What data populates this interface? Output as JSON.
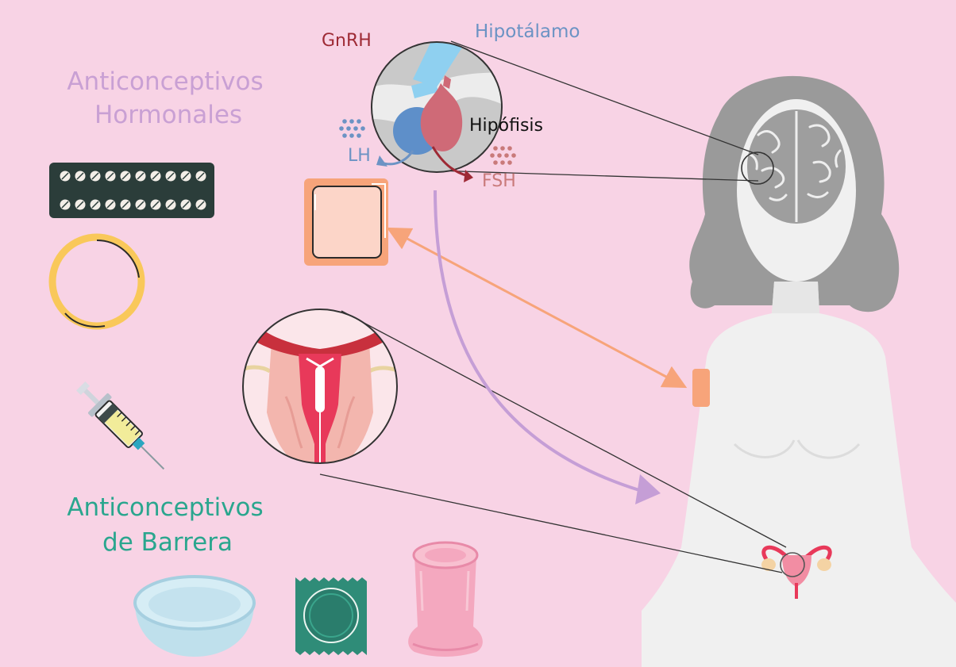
{
  "labels": {
    "hormonal_title_line1": "Anticonceptivos",
    "hormonal_title_line2": "Hormonales",
    "barrier_title_line1": "Anticonceptivos",
    "barrier_title_line2": "de Barrera",
    "gnrh": "GnRH",
    "hypothalamus": "Hipotálamo",
    "pituitary": "Hipófisis",
    "lh": "LH",
    "fsh": "FSH"
  },
  "colors": {
    "background": "#f8d3e5",
    "hormonal_title": "#c9a0d4",
    "barrier_title": "#2aa68e",
    "gnrh": "#9e2a35",
    "hypothalamus": "#6c93c4",
    "pituitary": "#111111",
    "lh": "#6c93c4",
    "fsh": "#c97a7a",
    "patch_arrow": "#f7a47a",
    "vertical_arrow": "#c59ed6",
    "silhouette": "#f0f0f0",
    "hair": "#9a9a9a",
    "uterus": "#e8395a"
  },
  "icons": {
    "pill_pack": "pill-pack-icon",
    "vaginal_ring": "vaginal-ring-icon",
    "syringe": "syringe-icon",
    "patch": "patch-icon",
    "iud": "iud-magnified-icon",
    "diaphragm": "diaphragm-icon",
    "condom_pack": "condom-pack-icon",
    "female_condom": "female-condom-icon",
    "brain": "brain-icon",
    "uterus": "uterus-icon"
  }
}
